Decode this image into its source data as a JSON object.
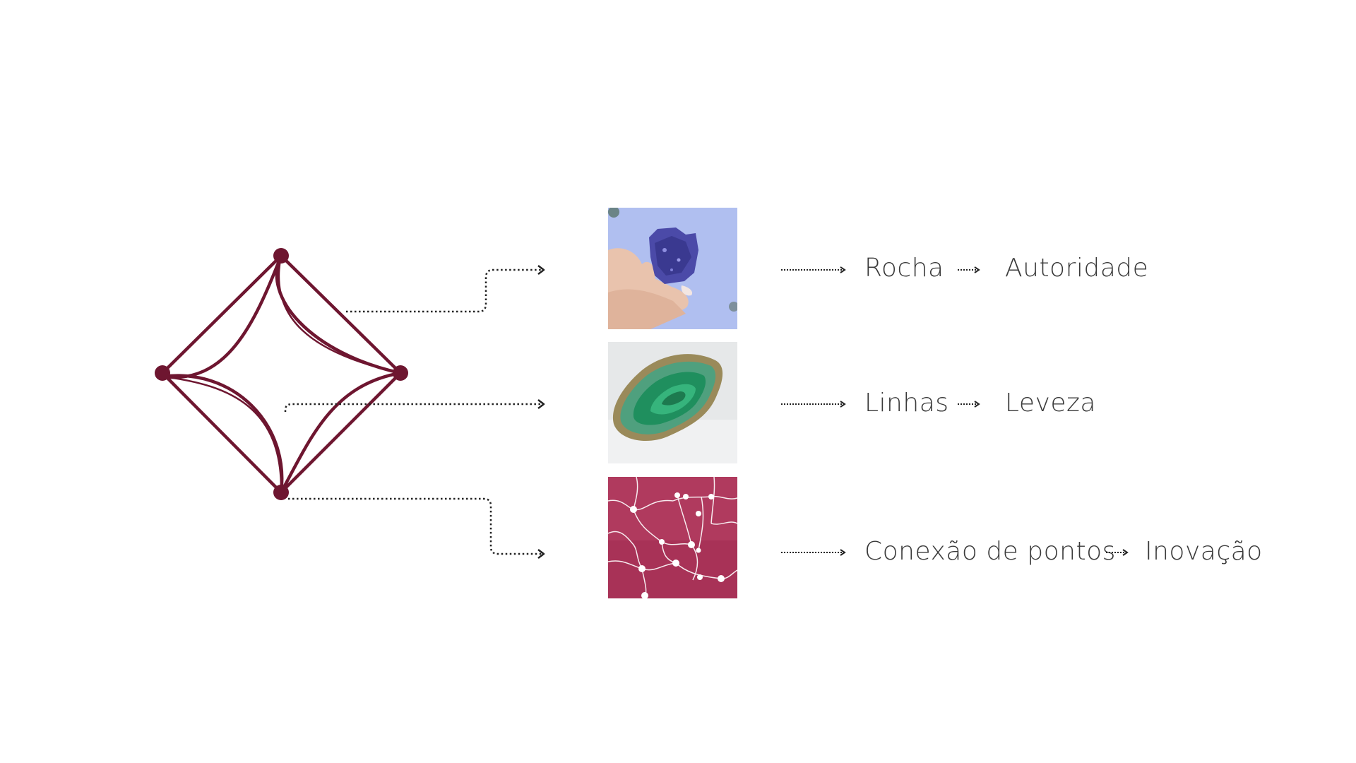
{
  "colors": {
    "brand": "#6e1630",
    "text": "#3a3a3a",
    "connector": "#222222"
  },
  "rows": [
    {
      "image": "blue-rock-in-hand-photo",
      "concept": "Rocha",
      "meaning": "Autoridade"
    },
    {
      "image": "green-agate-slice-photo",
      "concept": "Linhas",
      "meaning": "Leveza"
    },
    {
      "image": "connected-points-network-image",
      "concept": "Conexão de pontos",
      "meaning": "Inovação"
    }
  ]
}
